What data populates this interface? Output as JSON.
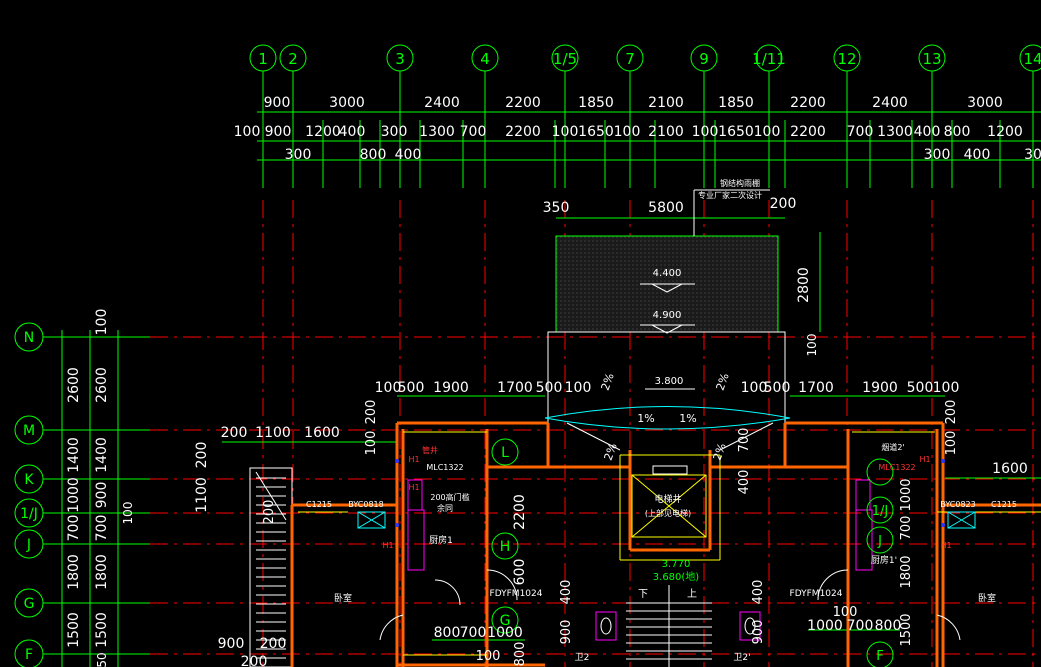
{
  "colors": {
    "background": "#000000",
    "dimension": "#00ff00",
    "grid_axis": "#ff0000",
    "wall": "#ff6600",
    "wall_inner": "#ffff00",
    "fixture": "#ff00ff",
    "annotation": "#ffffff",
    "text_dim": "#ffffff",
    "cyan": "#00ffff",
    "blue": "#3333ff",
    "red_text": "#ff3333"
  },
  "axes_top": [
    "1",
    "2",
    "3",
    "4",
    "1/5",
    "7",
    "9",
    "1/11",
    "12",
    "13",
    "14"
  ],
  "axes_left": [
    "N",
    "M",
    "K",
    "1/J",
    "J",
    "G",
    "F"
  ],
  "axes_inner": [
    "L",
    "H",
    "G"
  ],
  "axes_inner_right": [
    "1/J",
    "J"
  ],
  "axes_inner_right_g": [
    "F"
  ],
  "dims_row1": [
    "900",
    "3000",
    "2400",
    "2200",
    "1850",
    "2100",
    "1850",
    "2200",
    "2400",
    "3000"
  ],
  "dims_row2": [
    "100",
    "900",
    "1200",
    "400",
    "300",
    "1300",
    "700",
    "2200",
    "100",
    "1650",
    "100",
    "2100",
    "100",
    "1650",
    "100",
    "2200",
    "700",
    "1300",
    "400",
    "800",
    "1200"
  ],
  "dims_row3": [
    "300",
    "800",
    "400",
    "300",
    "400",
    "30"
  ],
  "roof": {
    "dims": [
      "350",
      "5800",
      "200"
    ],
    "elev1": "4.400",
    "elev2": "4.900",
    "height": "2800",
    "note1": "钢结构雨棚",
    "note2": "专业厂家二次设计"
  },
  "side_dims_left": [
    "100",
    "2600",
    "1400",
    "1000",
    "700",
    "1800",
    "1500"
  ],
  "side_dims_left2": [
    "2600",
    "1400",
    "900",
    "700",
    "1800",
    "1500"
  ],
  "side_dims_left3": [
    "100",
    "1100",
    "200"
  ],
  "mid_dims_left": [
    "100",
    "500",
    "1900",
    "1700",
    "500",
    "100"
  ],
  "mid_dims_right": [
    "100",
    "500",
    "1700",
    "1900",
    "500",
    "100"
  ],
  "small_dims_left": [
    "200",
    "1100",
    "1600"
  ],
  "small_dims_right": [
    "1600"
  ],
  "vert_labels": [
    "200",
    "100",
    "700",
    "400",
    "2200",
    "600",
    "400",
    "900",
    "800",
    "1000",
    "700",
    "200"
  ],
  "bottom_dims_left": [
    "800",
    "700",
    "1000",
    "100"
  ],
  "bottom_dims_right": [
    "1000",
    "700",
    "800",
    "100"
  ],
  "bottom_left_dims": [
    "900",
    "200",
    "200"
  ],
  "slopes": [
    "2%",
    "1%",
    "1%",
    "2%",
    "2%",
    "2%"
  ],
  "elev_mid": "3.800",
  "elev_stair1": "3.770",
  "elev_stair2": "3.680(地)",
  "door_left": "FDYFM1024",
  "door_right": "FDYFM1024",
  "window_left": [
    "C1215",
    "BYC0818"
  ],
  "window_right": [
    "BYC0823",
    "C1215"
  ],
  "room_labels": {
    "kitchen_left": "厨房1",
    "kitchen_right": "厨房1'",
    "bed_left": "卧室",
    "bed_right": "卧室",
    "elevator": "电梯井",
    "elevator_sub": "(上部见电梯)",
    "flue_left": "200高门槛",
    "flue_left2": "余同",
    "shaft_left": "管井",
    "shaft_left2": "MLC1322",
    "shaft_right": "烟道2'",
    "shaft_right2": "MLC1322",
    "stair_up": "上",
    "stair_down": "下",
    "wc_left": "卫2",
    "wc_right": "卫2'"
  }
}
